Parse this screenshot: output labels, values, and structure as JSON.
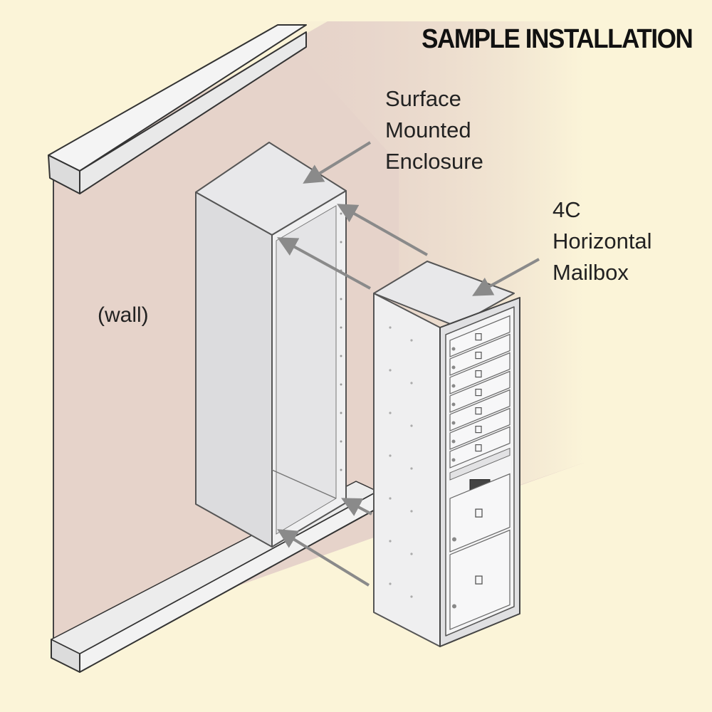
{
  "title": "SAMPLE INSTALLATION",
  "labels": {
    "enclosure": "Surface\nMounted\nEnclosure",
    "mailbox": "4C\nHorizontal\nMailbox",
    "wall": "(wall)"
  },
  "colors": {
    "background": "#fbf4d8",
    "wall": "#e6d3ca",
    "panel": "#eeeeef",
    "outline": "#555555",
    "arrow": "#8a8a8a"
  },
  "mailbox": {
    "door_rows": 7,
    "large_doors": 2
  }
}
